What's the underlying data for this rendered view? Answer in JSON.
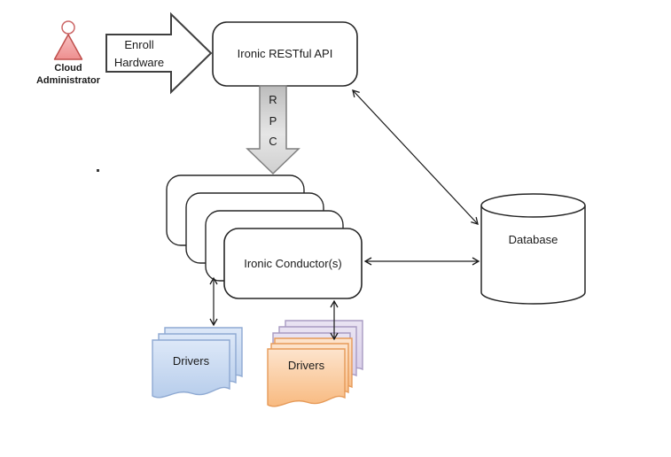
{
  "diagram": {
    "actor": {
      "line1": "Cloud",
      "line2": "Administrator"
    },
    "enroll_arrow": {
      "line1": "Enroll",
      "line2": "Hardware"
    },
    "api_box": {
      "label": "Ironic RESTful API"
    },
    "rpc_arrow": {
      "letter1": "R",
      "letter2": "P",
      "letter3": "C"
    },
    "conductor_stack": {
      "label": "Ironic Conductor(s)",
      "box_count": 4
    },
    "database": {
      "label": "Database"
    },
    "drivers_left": {
      "label": "Drivers",
      "sheet_count": 3
    },
    "drivers_right": {
      "label": "Drivers",
      "orange_sheet_count": 3,
      "purple_sheet_count": 3
    },
    "colors": {
      "actor_fill_top": "#f7bfbf",
      "actor_fill_bottom": "#ee8f8f",
      "actor_border": "#c0504d",
      "blue_fill_top": "#dde8f8",
      "blue_fill_bottom": "#b7cdeb",
      "blue_border": "#8ea9d2",
      "orange_fill_top": "#fde4cd",
      "orange_fill_bottom": "#f8ba80",
      "orange_border": "#e69a58",
      "purple_fill": "#e2daee",
      "purple_border": "#a89bc2",
      "rpc_fill_top": "#bcbcbc",
      "rpc_fill_bottom": "#e6e6e6",
      "rpc_border": "#7f7f7f",
      "box_border": "#262626",
      "arrow_line": "#1a1a1a",
      "enroll_border": "#3f3f3f"
    }
  }
}
